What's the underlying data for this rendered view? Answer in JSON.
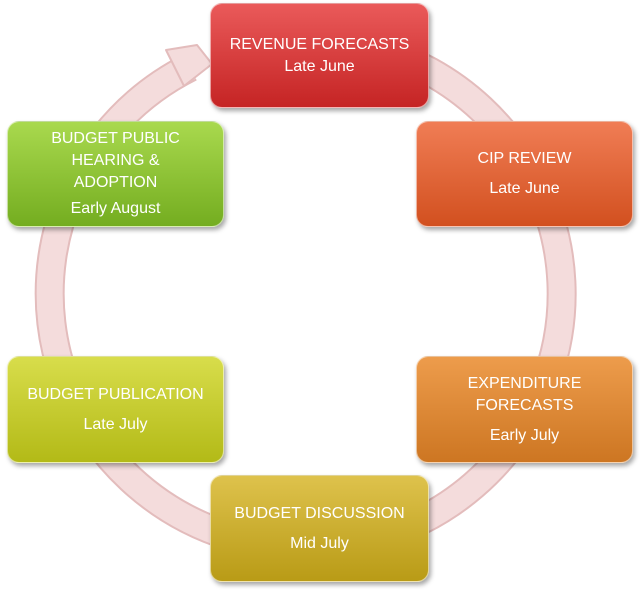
{
  "diagram": {
    "type": "cycle",
    "stages": [
      {
        "title": "REVENUE FORECASTS",
        "date": "Late June",
        "color": "#d63333"
      },
      {
        "title": "CIP REVIEW",
        "date": "Late June",
        "color": "#e06233"
      },
      {
        "title": "EXPENDITURE\nFORECASTS",
        "date": "Early July",
        "color": "#de8838"
      },
      {
        "title": "BUDGET DISCUSSION",
        "date": "Mid July",
        "color": "#cdb02a"
      },
      {
        "title": "BUDGET PUBLICATION",
        "date": "Late July",
        "color": "#c5ca2c"
      },
      {
        "title": "BUDGET PUBLIC\nHEARING &\nADOPTION",
        "date": "Early August",
        "color": "#8cc236"
      }
    ],
    "ring_color": "#f2d8d8",
    "ring_edge_color": "#e3bcbc"
  }
}
